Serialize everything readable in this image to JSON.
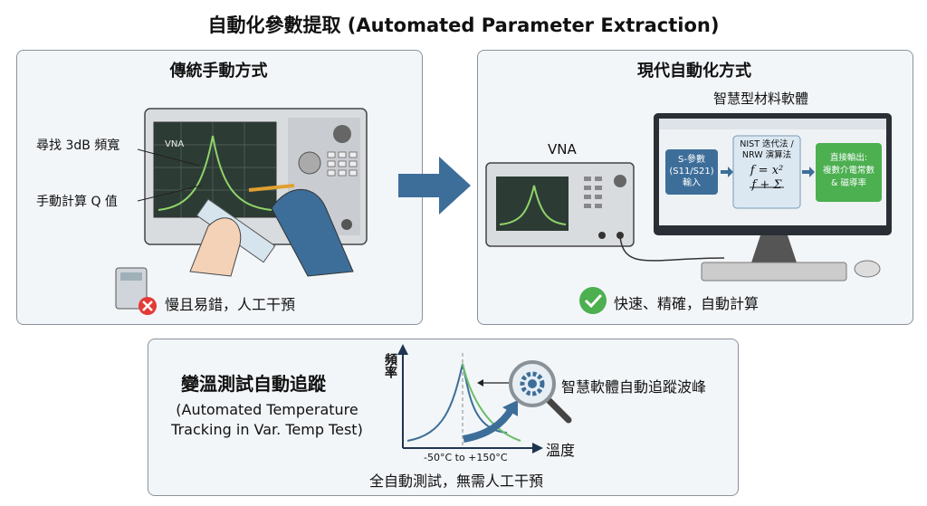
{
  "title": "自動化參數提取 (Automated Parameter Extraction)",
  "left": {
    "title": "傳統手動方式",
    "vna_label": "VNA",
    "label_3db": "尋找 3dB 頻寬",
    "label_q": "手動計算 Q 值",
    "verdict": "慢且易錯，人工干預"
  },
  "right": {
    "title": "現代自動化方式",
    "software_title": "智慧型材料軟體",
    "vna_label": "VNA",
    "box_input": [
      "S-參數",
      "(S11/S21)",
      "輸入"
    ],
    "box_algo": [
      "NIST 迭代法 /",
      "NRW 演算法"
    ],
    "formula_num": "f = x²",
    "formula_den": "f + Σ",
    "box_output": [
      "直接輸出:",
      "複數介電常數",
      "& 磁導率"
    ],
    "verdict": "快速、精確，自動計算"
  },
  "bottom": {
    "title": "變溫測試自動追蹤",
    "subtitle_1": "(Automated Temperature",
    "subtitle_2": "Tracking in Var. Temp Test)",
    "y_axis": "頻率",
    "x_axis": "溫度",
    "range": "-50°C to +150°C",
    "track_label": "智慧軟體自動追蹤波峰",
    "footer": "全自動測試，無需人工干預"
  },
  "colors": {
    "blue": "#3d6e99",
    "green": "#4caf50",
    "red": "#e53935",
    "panel": "#f3f6f9"
  }
}
